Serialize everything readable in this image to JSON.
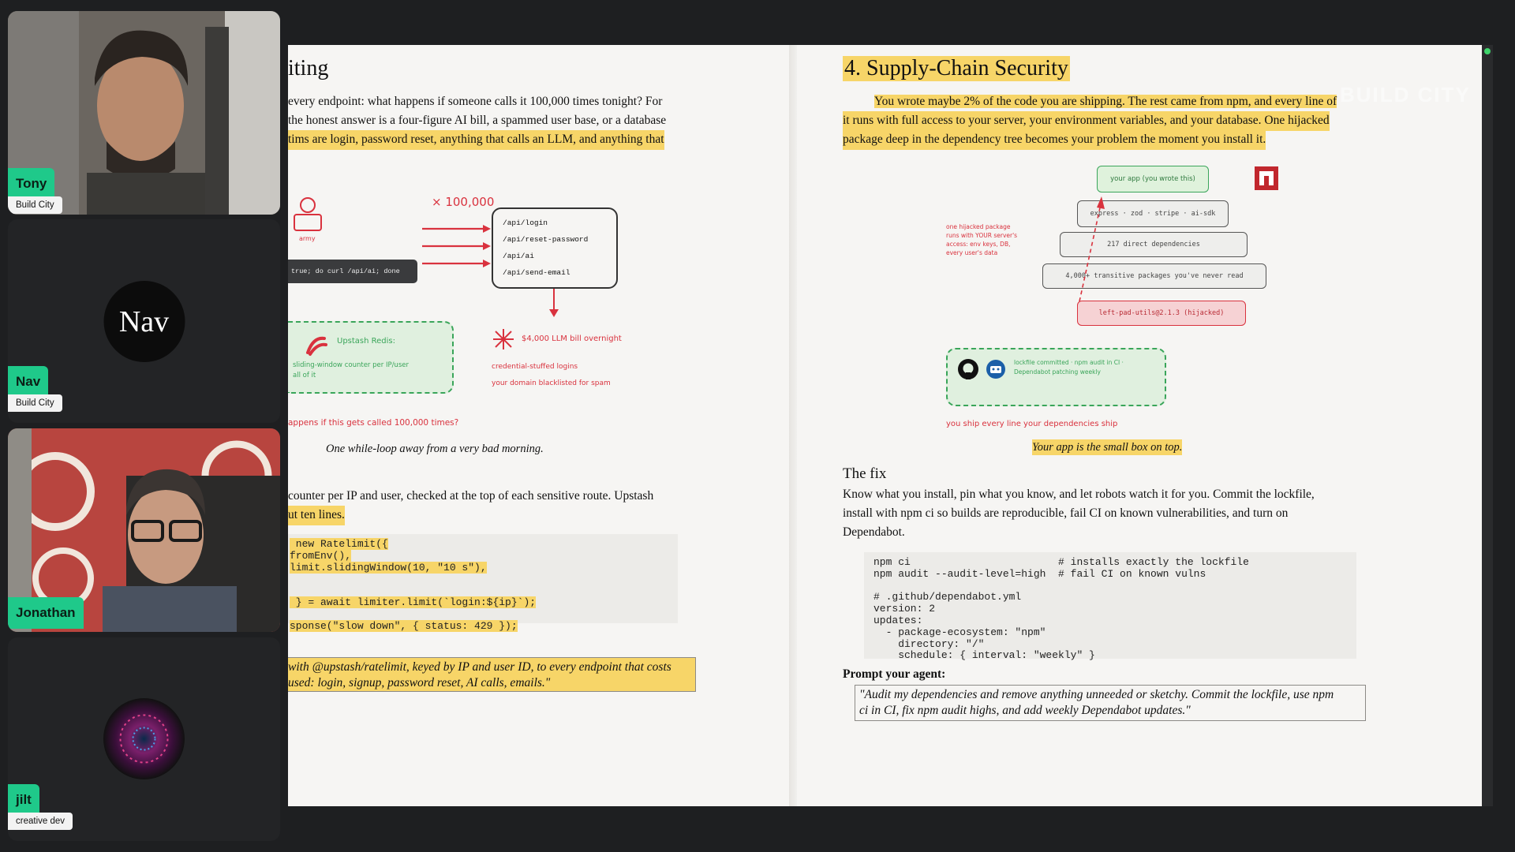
{
  "participants": [
    {
      "name": "Tony",
      "org": "Build City",
      "avatar_text": ""
    },
    {
      "name": "Nav",
      "org": "Build City",
      "avatar_text": "Nav"
    },
    {
      "name": "Jonathan",
      "org": "",
      "avatar_text": ""
    },
    {
      "name": "jilt",
      "org": "creative dev",
      "avatar_text": ""
    }
  ],
  "left_page": {
    "heading": "iting",
    "intro_lines": [
      "every endpoint: what happens if someone calls it 100,000 times tonight? For",
      "the honest answer is a four-figure AI bill, a spammed user base, or a database",
      "tims are login, password reset, anything that calls an LLM, and anything that"
    ],
    "diagram": {
      "multiplier": "× 100,000",
      "attacker_label": "army",
      "command": "true; do curl /api/ai; done",
      "endpoints": [
        "/api/login",
        "/api/reset-password",
        "/api/ai",
        "/api/send-email"
      ],
      "upstash_title": "Upstash Redis:",
      "upstash_lines": [
        "sliding-window counter per IP/user",
        "all of it"
      ],
      "bill": "$4,000 LLM bill overnight",
      "consequences": [
        "credential-stuffed logins",
        "your domain blacklisted for spam"
      ],
      "question": "appens if this gets called 100,000 times?",
      "caption": "One while-loop away from a very bad morning."
    },
    "fix_lines": [
      "counter per IP and user, checked at the top of each sensitive route. Upstash",
      "ut ten lines."
    ],
    "code_lines": [
      " new Ratelimit({",
      "fromEnv(),",
      "limit.slidingWindow(10, \"10 s\"),",
      "",
      "",
      " } = await limiter.limit(`login:${ip}`);",
      "",
      "sponse(\"slow down\", { status: 429 });"
    ],
    "prompt_lines": [
      "with @upstash/ratelimit, keyed by IP and user ID, to every endpoint that costs",
      "used: login, signup, password reset, AI calls, emails.\""
    ]
  },
  "right_page": {
    "heading": "4. Supply-Chain Security",
    "intro_lines": [
      "You wrote maybe 2% of the code you are shipping. The rest came from npm, and every line of",
      "it runs with full access to your server, your environment variables, and your database. One hijacked",
      "package deep in the dependency tree becomes your problem the moment you install it."
    ],
    "watermark": "BUILD CITY",
    "diagram": {
      "app_box": "your app (you wrote this)",
      "direct_box": "express · zod · stripe · ai-sdk",
      "deps_box": "217 direct dependencies",
      "transitive_box": "4,000+ transitive packages you've never read",
      "hijacked_box": "left-pad-utils@2.1.3 (hijacked)",
      "side_note": [
        "one hijacked package",
        "runs with YOUR server's",
        "access: env keys, DB,",
        "every user's data"
      ],
      "guard_text": [
        "lockfile committed · npm audit in CI ·",
        "Dependabot patching weekly"
      ],
      "ship_note": "you ship every line your dependencies ship",
      "caption": "Your app is the small box on top.",
      "npm_icon": "npm-logo-icon",
      "github_icon": "github-icon",
      "bot_icon": "dependabot-icon"
    },
    "fix_heading": "The fix",
    "fix_lines": [
      "Know what you install, pin what you know, and let robots watch it for you. Commit the lockfile,",
      "install with npm ci so builds are reproducible, fail CI on known vulnerabilities, and turn on",
      "Dependabot."
    ],
    "code_lines": [
      "npm ci                        # installs exactly the lockfile",
      "npm audit --audit-level=high  # fail CI on known vulns",
      "",
      "# .github/dependabot.yml",
      "version: 2",
      "updates:",
      "  - package-ecosystem: \"npm\"",
      "    directory: \"/\"",
      "    schedule: { interval: \"weekly\" }"
    ],
    "prompt_heading": "Prompt your agent:",
    "prompt_lines": [
      "\"Audit my dependencies and remove anything unneeded or sketchy. Commit the lockfile, use npm",
      "ci in CI, fix npm audit highs, and add weekly Dependabot updates.\""
    ]
  },
  "colors": {
    "highlight": "#f7d568",
    "name_tag": "#1fc98a",
    "diagram_red": "#d9323e",
    "diagram_green": "#3aa55a"
  }
}
